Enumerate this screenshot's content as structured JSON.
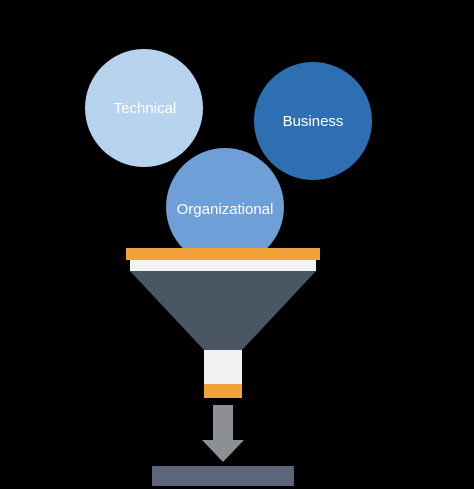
{
  "circles": {
    "technical": {
      "label": "Technical",
      "color": "#b8d3ee"
    },
    "business": {
      "label": "Business",
      "color": "#2e6fb1"
    },
    "organizational": {
      "label": "Organizational",
      "color": "#6e9fd6"
    }
  },
  "funnel": {
    "rim_color": "#f2a23a",
    "body_color": "#4a5664",
    "neck_light_color": "#f2f2f2"
  },
  "arrow": {
    "color": "#8c8f93"
  },
  "caption": {
    "text": "",
    "color": "#5b6778"
  }
}
